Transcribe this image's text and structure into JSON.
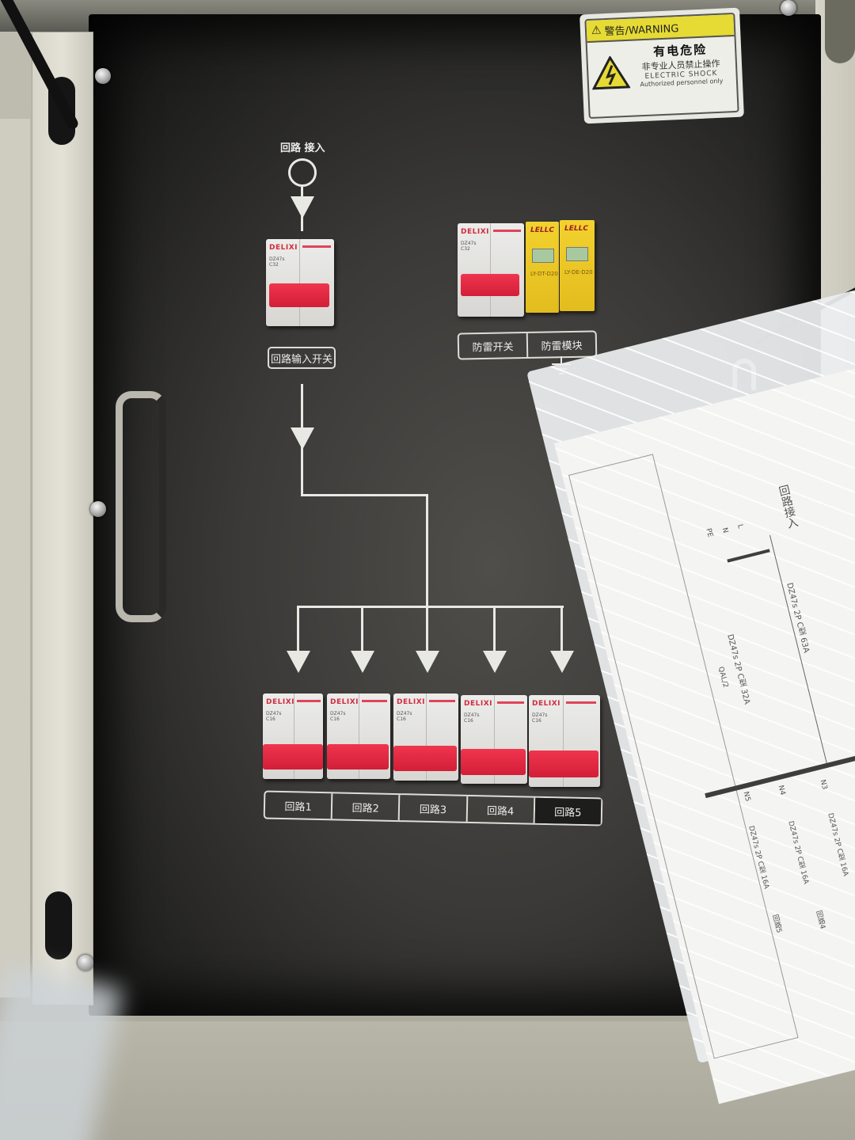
{
  "scene": {
    "description": "Open electrical distribution cabinet door with circuit diagram and breakers",
    "colors": {
      "door": "#3a3937",
      "frame": "#d7d5c9",
      "breaker_toggle": "#e0263f",
      "spd_module": "#f2d22f",
      "warning_yellow": "#e6da34",
      "diagram_line": "#e9e9e4"
    }
  },
  "warning_sticker": {
    "header": "警告/WARNING",
    "title": "有电危险",
    "subtitle": "非专业人员禁止操作",
    "english_title": "ELECTRIC SHOCK",
    "english_subtitle": "Authorized personnel only",
    "icon": "high-voltage-icon"
  },
  "diagram": {
    "input_label": "回路 接入",
    "main_switch_label": "回路输入开关",
    "surge_switch_label": "防雷开关",
    "surge_module_label": "防雷模块",
    "ground_icon": "ground-icon"
  },
  "main_breaker": {
    "brand": "DELIXI",
    "model": "DZ47s",
    "rating": "C32",
    "poles": 2
  },
  "surge_breaker": {
    "brand": "DELIXI",
    "model": "DZ47s",
    "rating": "C32",
    "poles": 2
  },
  "spd_modules": [
    {
      "brand": "LELLC",
      "code": "LY-DT-D20"
    },
    {
      "brand": "LELLC",
      "code": "LY-DE-D20"
    }
  ],
  "circuit_breakers": [
    {
      "label": "回路1",
      "brand": "DELIXI",
      "model": "DZ47s",
      "rating": "C16"
    },
    {
      "label": "回路2",
      "brand": "DELIXI",
      "model": "DZ47s",
      "rating": "C16"
    },
    {
      "label": "回路3",
      "brand": "DELIXI",
      "model": "DZ47s",
      "rating": "C16"
    },
    {
      "label": "回路4",
      "brand": "DELIXI",
      "model": "DZ47s",
      "rating": "C16"
    },
    {
      "label": "回路5",
      "brand": "DELIXI",
      "model": "DZ47s",
      "rating": "C16"
    }
  ],
  "document": {
    "title": "回路接入",
    "line_labels": [
      "L",
      "N",
      "PE"
    ],
    "main_spec": "DZ47s 2P C型 63A",
    "spd_spec": "DZ47s 2P C型 32A",
    "spd_ref": "QAL/2",
    "branches": [
      {
        "id": "N3",
        "spec": "DZ47s 2P C型 16A"
      },
      {
        "id": "N4",
        "spec": "DZ47s 2P C型 16A",
        "label": "回路4"
      },
      {
        "id": "N5",
        "spec": "DZ47s 2P C型 16A",
        "label": "回路5"
      }
    ]
  }
}
